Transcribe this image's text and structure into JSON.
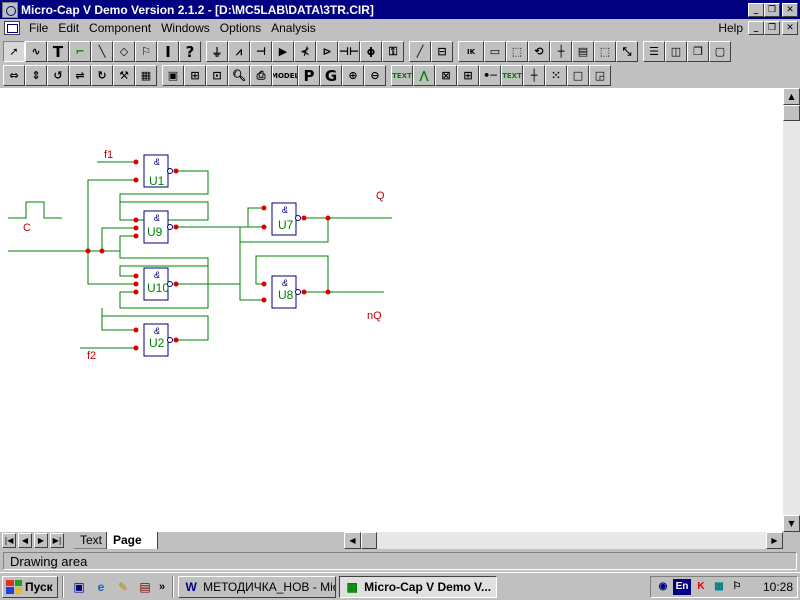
{
  "window": {
    "title": "Micro-Cap V Demo Version 2.1.2 - [D:\\MC5LAB\\DATA\\3TR.CIR]"
  },
  "menu": {
    "items": [
      "File",
      "Edit",
      "Component",
      "Windows",
      "Options",
      "Analysis"
    ],
    "help": "Help"
  },
  "toolbar": {
    "model_label": "MODEL",
    "p_label": "P",
    "g_label": "G",
    "text_label": "TEXT",
    "ik_label": "IK"
  },
  "schematic": {
    "input_c": "C",
    "input_f1": "f1",
    "input_f2": "f2",
    "output_q": "Q",
    "output_nq": "nQ",
    "gates": [
      {
        "name": "U1",
        "symbol": "&"
      },
      {
        "name": "U9",
        "symbol": "&"
      },
      {
        "name": "U10",
        "symbol": "&"
      },
      {
        "name": "U2",
        "symbol": "&"
      },
      {
        "name": "U7",
        "symbol": "&"
      },
      {
        "name": "U8",
        "symbol": "&"
      }
    ],
    "colors": {
      "wire": "#008000",
      "node": "#e00000",
      "gate_border": "#000080",
      "label": "#c00000"
    }
  },
  "tabs": {
    "text": "Text",
    "page1": "Page 1"
  },
  "status": {
    "text": "Drawing area"
  },
  "taskbar": {
    "start": "Пуск",
    "more": "»",
    "tasks": [
      {
        "label": "МЕТОДИЧКА_НОВ - Mic...",
        "active": false
      },
      {
        "label": "Micro-Cap V Demo V...",
        "active": true
      }
    ],
    "lang": "En",
    "clock": "10:28"
  }
}
